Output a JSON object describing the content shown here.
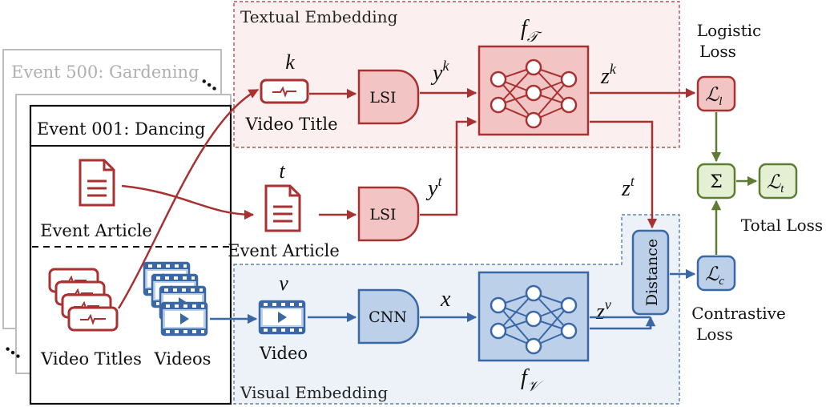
{
  "groups": {
    "textual": "Textual Embedding",
    "visual": "Visual Embedding"
  },
  "events": {
    "back_title": "Event 500: Gardening",
    "front_title": "Event 001: Dancing",
    "article_label": "Event Article",
    "video_titles_label": "Video Titles",
    "videos_label": "Videos",
    "ellipsis": "…"
  },
  "inputs": {
    "k_symbol": "k",
    "k_label": "Video Title",
    "t_symbol": "t",
    "t_label": "Event Article",
    "v_symbol": "v",
    "v_label": "Video"
  },
  "blocks": {
    "lsi_top": "LSI",
    "lsi_bottom": "LSI",
    "cnn": "CNN",
    "distance": "Distance"
  },
  "vars": {
    "yk": {
      "base": "y",
      "sup": "k"
    },
    "yt": {
      "base": "y",
      "sup": "t"
    },
    "x": "x",
    "zk": {
      "base": "z",
      "sup": "k"
    },
    "zt": {
      "base": "z",
      "sup": "t"
    },
    "zv": {
      "base": "z",
      "sup": "v"
    },
    "fT": {
      "base": "f",
      "sub": "𝒯"
    },
    "fV": {
      "base": "f",
      "sub": "𝒱"
    }
  },
  "losses": {
    "logistic_symbol": {
      "base": "ℒ",
      "sub": "l"
    },
    "logistic_label_1": "Logistic",
    "logistic_label_2": "Loss",
    "sum_symbol": "Σ",
    "total_symbol": {
      "base": "ℒ",
      "sub": "t"
    },
    "total_label": "Total Loss",
    "contrastive_symbol": {
      "base": "ℒ",
      "sub": "c"
    },
    "contrastive_label_1": "Contrastive",
    "contrastive_label_2": "Loss"
  },
  "colors": {
    "red": "#a83232",
    "red_fill": "#f2c4c4",
    "red_bg": "#fcefef",
    "blue": "#3a68a6",
    "blue_fill": "#bcd0ea",
    "blue_bg": "#edf2f9",
    "green": "#5e7d32",
    "green_fill": "#e4efd3",
    "gray": "#bdbdbd"
  }
}
